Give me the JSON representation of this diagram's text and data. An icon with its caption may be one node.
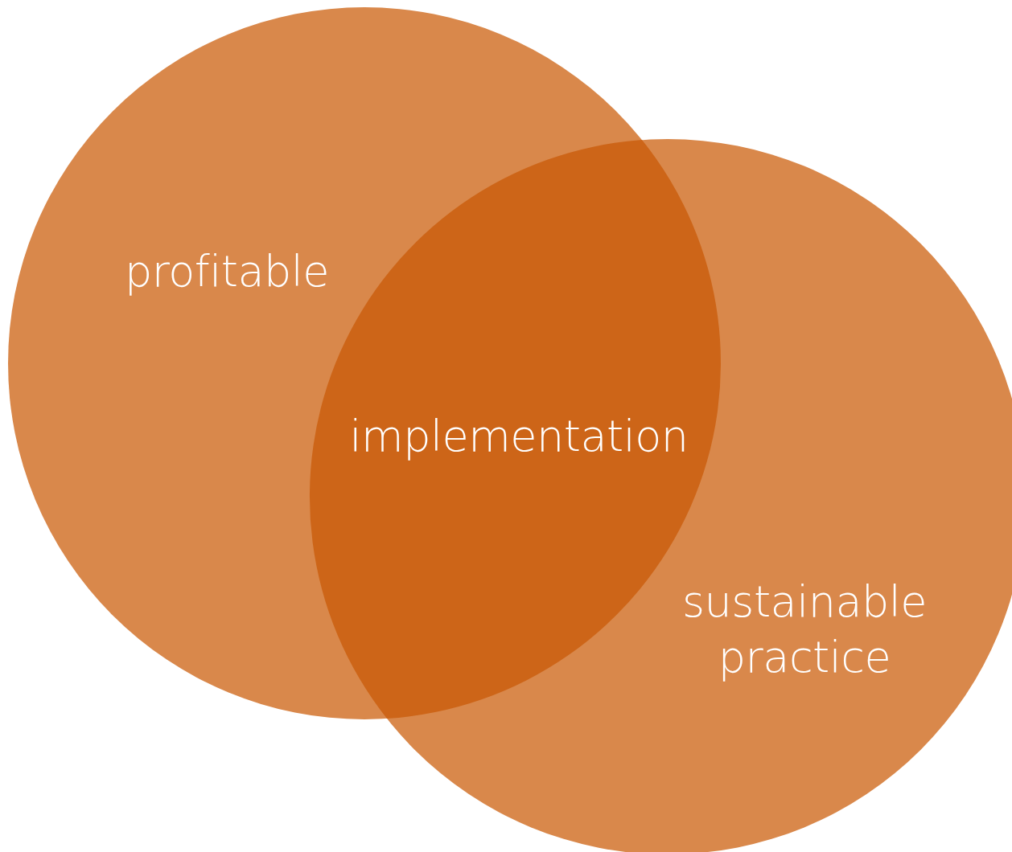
{
  "diagram": {
    "nodes": [
      {
        "text": [
          "profitable"
        ]
      },
      {
        "text": [
          "sustainable practice"
        ]
      },
      {
        "text": [
          "implementation"
        ]
      }
    ]
  }
}
